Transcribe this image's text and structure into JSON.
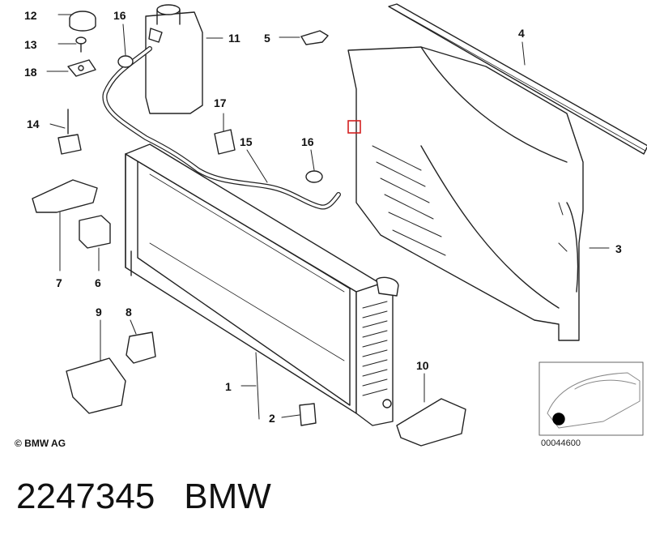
{
  "callouts": {
    "c1": "1",
    "c2": "2",
    "c3": "3",
    "c4": "4",
    "c5": "5",
    "c6": "6",
    "c7": "7",
    "c8": "8",
    "c9": "9",
    "c10": "10",
    "c11": "11",
    "c12": "12",
    "c13": "13",
    "c14": "14",
    "c15": "15",
    "c16a": "16",
    "c16b": "16",
    "c17": "17",
    "c18": "18"
  },
  "copyright": "© BMW AG",
  "reference_number": "00044600",
  "footer": {
    "part_number": "2247345",
    "brand": "BMW"
  },
  "highlight_color": "#d42020"
}
